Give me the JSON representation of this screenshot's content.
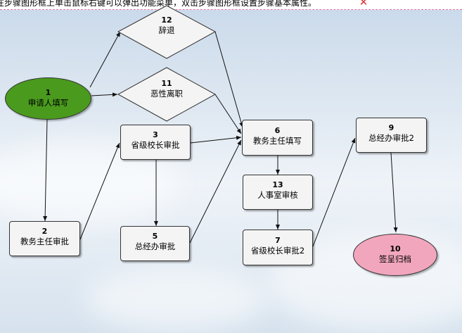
{
  "hint": {
    "text": "在步骤图形框上单击鼠标右键可以弹出功能菜单，双击步骤图形框设置步骤基本属性。",
    "close_icon": "close-icon",
    "close_color": "#e03030"
  },
  "nodes": {
    "n1": {
      "num": "1",
      "label": "申请人填写",
      "fill": "#4a9a1e"
    },
    "n2": {
      "num": "2",
      "label": "教务主任审批"
    },
    "n3": {
      "num": "3",
      "label": "省级校长审批"
    },
    "n5": {
      "num": "5",
      "label": "总经办审批"
    },
    "n6": {
      "num": "6",
      "label": "教务主任填写"
    },
    "n7": {
      "num": "7",
      "label": "省级校长审批2"
    },
    "n9": {
      "num": "9",
      "label": "总经办审批2"
    },
    "n10": {
      "num": "10",
      "label": "签呈归档",
      "fill": "#f1a6bd"
    },
    "n11": {
      "num": "11",
      "label": "恶性离职"
    },
    "n12": {
      "num": "12",
      "label": "辞退"
    },
    "n13": {
      "num": "13",
      "label": "人事室审核"
    }
  }
}
